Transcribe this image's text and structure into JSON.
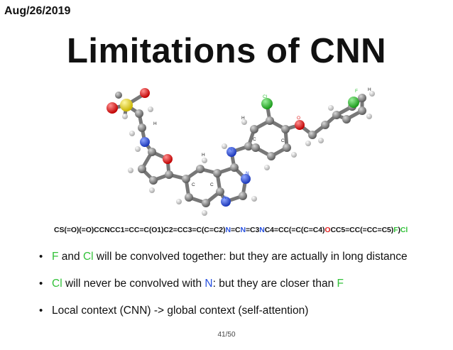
{
  "date": "Aug/26/2019",
  "title": "Limitations of CNN",
  "smiles": {
    "parts": [
      {
        "text": "CS(=O)(=O)CCNCC1=CC=C(O1)C2=CC3=C(C=C2)",
        "color": "default"
      },
      {
        "text": "N",
        "color": "blue"
      },
      {
        "text": "=C",
        "color": "default"
      },
      {
        "text": "N",
        "color": "blue"
      },
      {
        "text": "=C3",
        "color": "default"
      },
      {
        "text": "N",
        "color": "blue"
      },
      {
        "text": "C4=CC(=C(C=C4)",
        "color": "default"
      },
      {
        "text": "O",
        "color": "red"
      },
      {
        "text": "CC5=CC(=CC=C5)",
        "color": "default"
      },
      {
        "text": "F",
        "color": "green"
      },
      {
        "text": ")",
        "color": "default"
      },
      {
        "text": "Cl",
        "color": "green"
      }
    ]
  },
  "bullets": [
    {
      "parts": [
        {
          "text": "F",
          "color": "green"
        },
        {
          "text": " and ",
          "color": "default"
        },
        {
          "text": "Cl",
          "color": "green"
        },
        {
          "text": " will be convolved together: but they are actually in long distance",
          "color": "default"
        }
      ]
    },
    {
      "parts": [
        {
          "text": "Cl",
          "color": "green"
        },
        {
          "text": " will never be convolved with ",
          "color": "default"
        },
        {
          "text": "N",
          "color": "blue"
        },
        {
          "text": ": but they are closer than ",
          "color": "default"
        },
        {
          "text": "F",
          "color": "green"
        }
      ]
    },
    {
      "parts": [
        {
          "text": "Local context (CNN) -> global context (self-attention)",
          "color": "default"
        }
      ]
    }
  ],
  "page_number": "41/50",
  "colors": {
    "green": "#33c23a",
    "blue": "#2952e0",
    "red": "#e02020",
    "carbon": "#7a7a7a",
    "sulfur": "#e8d832"
  },
  "molecule_labels": {
    "cl": "Cl",
    "f": "F",
    "o": "O",
    "n": "N",
    "h": "H",
    "c": "C"
  }
}
